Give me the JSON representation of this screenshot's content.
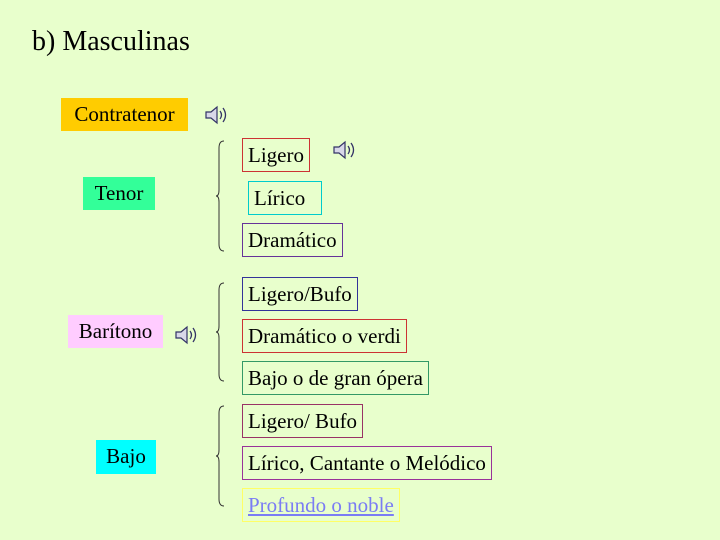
{
  "slide": {
    "title": "b) Masculinas"
  },
  "categories": {
    "contratenor": {
      "label": "Contratenor",
      "color": "#ffcc00"
    },
    "tenor": {
      "label": "Tenor",
      "color": "#33ff99",
      "items": [
        {
          "label": "Ligero",
          "border": "#cc3333"
        },
        {
          "label": "Lírico",
          "border": "#00cccc"
        },
        {
          "label": "Dramático",
          "border": "#663399"
        }
      ]
    },
    "baritono": {
      "label": "Barítono",
      "color": "#ffccff",
      "items": [
        {
          "label": "Ligero/Bufo",
          "border": "#333399"
        },
        {
          "label": "Dramático o verdi",
          "border": "#cc3333"
        },
        {
          "label": "Bajo o de gran ópera",
          "border": "#339966"
        }
      ]
    },
    "bajo": {
      "label": "Bajo",
      "color": "#00ffff",
      "items": [
        {
          "label": "Ligero/ Bufo",
          "border": "#993366"
        },
        {
          "label": "Lírico, Cantante o Melódico",
          "border": "#993399"
        },
        {
          "label": "Profundo o noble",
          "border": "#ffff66"
        }
      ]
    }
  },
  "icons": {
    "speaker": "speaker-icon"
  }
}
